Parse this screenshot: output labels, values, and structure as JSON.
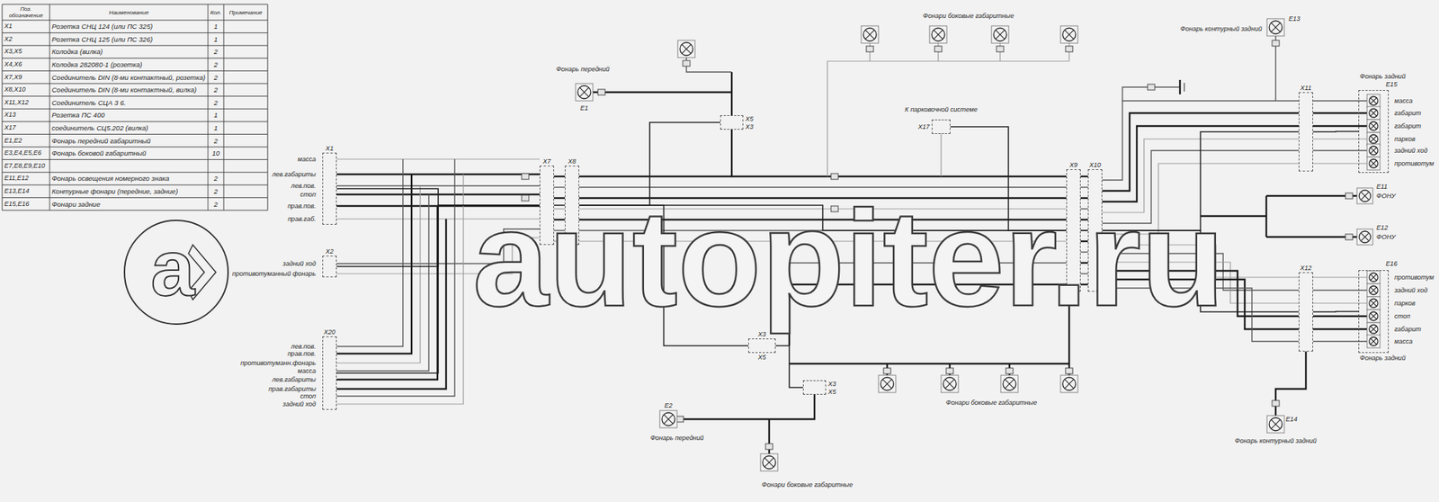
{
  "diagram": {
    "nodes": [
      {
        "text": [
          "X1"
        ]
      },
      {
        "text": [
          "X2"
        ]
      },
      {
        "text": [
          "X20"
        ]
      },
      {
        "text": [
          "X7"
        ]
      },
      {
        "text": [
          "X8"
        ]
      },
      {
        "text": [
          "X9"
        ]
      },
      {
        "text": [
          "X10"
        ]
      },
      {
        "text": [
          "X11"
        ]
      },
      {
        "text": [
          "X12"
        ]
      },
      {
        "text": [
          "Фонарь задний"
        ]
      },
      {
        "text": [
          "Фонарь задний"
        ]
      },
      {
        "text": [
          "К парковочной системе",
          "X17"
        ]
      },
      {
        "text": [
          "X5",
          "X3"
        ]
      },
      {
        "text": [
          "X3",
          "X5"
        ]
      },
      {
        "text": [
          "X3",
          "X5"
        ]
      }
    ],
    "edges": [
      {
        "from": 0,
        "to": 3,
        "arrow": "none"
      },
      {
        "from": 1,
        "to": 3,
        "arrow": "none"
      },
      {
        "from": 2,
        "to": 3,
        "arrow": "none"
      },
      {
        "from": 3,
        "to": 4,
        "arrow": "none"
      },
      {
        "from": 4,
        "to": 5,
        "arrow": "none"
      },
      {
        "from": 5,
        "to": 6,
        "arrow": "none"
      },
      {
        "from": 6,
        "to": 7,
        "arrow": "none"
      },
      {
        "from": 6,
        "to": 8,
        "arrow": "none"
      },
      {
        "from": 7,
        "to": 9,
        "arrow": "none"
      },
      {
        "from": 8,
        "to": 10,
        "arrow": "none"
      },
      {
        "from": 4,
        "to": 12,
        "arrow": "none"
      },
      {
        "from": 4,
        "to": 13,
        "arrow": "none"
      },
      {
        "from": 13,
        "to": 14,
        "arrow": "none"
      },
      {
        "from": 11,
        "to": 5,
        "arrow": "none"
      }
    ],
    "labels": [
      "Поз. обозначение",
      "Наименование",
      "Кол.",
      "Примечание",
      "X1",
      "Розетка СНЦ 124 (или ПС 325)",
      "1",
      "X2",
      "Розетка СНЦ 125 (или ПС 326)",
      "1",
      "X3,X5",
      "Колодка (вилка)",
      "2",
      "X4,X6",
      "Колодка 282080-1 (розетка)",
      "2",
      "X7,X9",
      "Соединитель DIN (8-ми контактный, розетка)",
      "2",
      "X8,X10",
      "Соединитель DIN (8-ми контактный, вилка)",
      "2",
      "X11,X12",
      "Соединитель СЦА 3 6.",
      "2",
      "X13",
      "Розетка ПС 400",
      "1",
      "X17",
      "соединитель СЦ5.202 (вилка)",
      "1",
      "E1,E2",
      "Фонарь передний габаритный",
      "2",
      "E3,E4,E5,E6",
      "Фонарь боковой габаритный",
      "10",
      "E7,E8,E9,E10",
      "E11,E12",
      "Фонарь освещения номерного знака",
      "2",
      "E13,E14",
      "Контурные фонари (передние, задние)",
      "2",
      "E15,E16",
      "Фонари задние",
      "2",
      "масса",
      "лев.габариты",
      "лев.пов.",
      "стоп",
      "прав.пов.",
      "прав.габ.",
      "задний ход",
      "противотуманный фонарь",
      "лев.пов.",
      "прав.пов.",
      "противотуманн.фонарь",
      "масса",
      "лев.габариты",
      "прав.габариты",
      "стоп",
      "задний ход",
      "масса",
      "габарит",
      "габарит",
      "парков",
      "задний ход",
      "противотум",
      "противотум",
      "задний ход",
      "парков",
      "стоп",
      "габарит",
      "масса",
      "Фонарь передний",
      "Фонарь передний",
      "Фонари боковые габаритные",
      "Фонари боковые габаритные",
      "Фонари боковые габаритные",
      "Фонарь контурный задний",
      "Фонарь контурный задний",
      "ФОНУ",
      "ФОНУ",
      "E1",
      "E2",
      "E11",
      "E12",
      "E13",
      "E14",
      "E15",
      "E16",
      "a",
      "autopiter.ru"
    ]
  }
}
